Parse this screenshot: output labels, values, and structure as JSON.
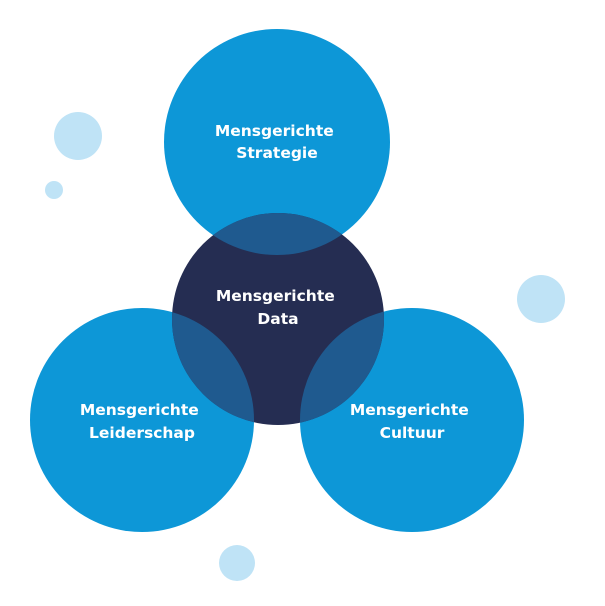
{
  "colors": {
    "outer_circle": "#0d97d7",
    "center_circle": "#252d52",
    "overlap": "#1f5a8f",
    "bubble": "#bfe3f6",
    "label": "#ffffff"
  },
  "circles": {
    "top": {
      "line1": "Mensgerichte",
      "line2": "Strategie"
    },
    "center": {
      "line1": "Mensgerichte",
      "line2": "Data"
    },
    "left": {
      "line1": "Mensgerichte",
      "line2": "Leiderschap"
    },
    "right": {
      "line1": "Mensgerichte",
      "line2": "Cultuur"
    }
  }
}
